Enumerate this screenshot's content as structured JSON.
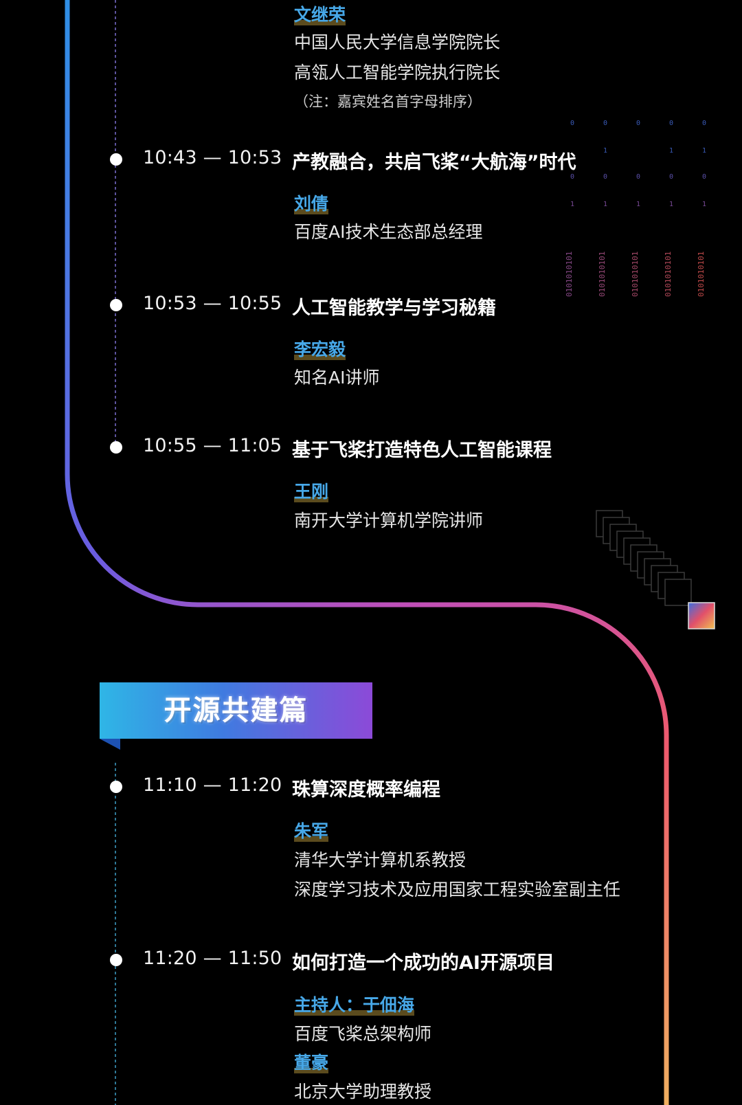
{
  "colors": {
    "background": "#000000",
    "speaker_name": "#47a8e8",
    "name_highlight": "#5b4b1e",
    "timeline_start": "#2f8fe6",
    "timeline_mid": "#b456d2",
    "timeline_end": "#f0b060"
  },
  "top_speaker": {
    "name": "文继荣",
    "roles": [
      "中国人民大学信息学院院长",
      "高瓴人工智能学院执行院长"
    ],
    "note": "（注：嘉宾姓名首字母排序）"
  },
  "sessions": [
    {
      "time": "10:43 — 10:53",
      "title": "产教融合，共启飞桨“大航海”时代",
      "name": "刘倩",
      "roles": [
        "百度AI技术生态部总经理"
      ]
    },
    {
      "time": "10:53 — 10:55",
      "title": "人工智能教学与学习秘籍",
      "name": "李宏毅",
      "roles": [
        "知名AI讲师"
      ]
    },
    {
      "time": "10:55 — 11:05",
      "title": "基于飞桨打造特色人工智能课程",
      "name": "王刚",
      "roles": [
        "南开大学计算机学院讲师"
      ]
    }
  ],
  "section_banner": "开源共建篇",
  "sessions2": [
    {
      "time": "11:10 — 11:20",
      "title": "珠算深度概率编程",
      "name": "朱军",
      "roles": [
        "清华大学计算机系教授",
        "深度学习技术及应用国家工程实验室副主任"
      ]
    },
    {
      "time": "11:20 — 11:50",
      "title": "如何打造一个成功的AI开源项目",
      "host": "主持人：于佃海",
      "host_role": "百度飞桨总架构师",
      "name": "董豪",
      "roles": [
        "北京大学助理教授"
      ]
    }
  ],
  "binary_columns": [
    "0101010101",
    "0101010101",
    "0101010101",
    "0101010101",
    "0101010101"
  ]
}
